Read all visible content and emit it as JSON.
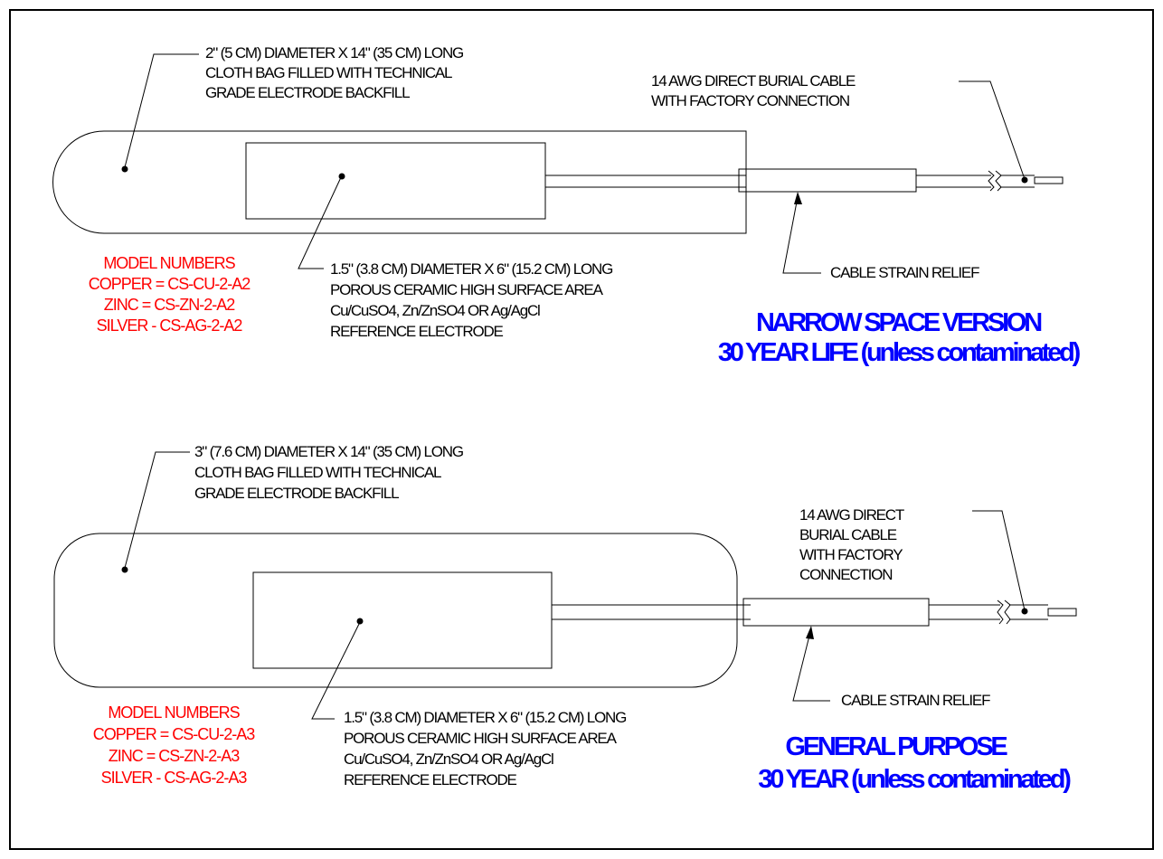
{
  "colors": {
    "line": "#000000",
    "model_text": "#ff0000",
    "version_text": "#0000ff"
  },
  "diagrams": [
    {
      "bag_label": [
        "2\" (5 CM) DIAMETER X 14\" (35 CM) LONG",
        "CLOTH BAG FILLED WITH TECHNICAL",
        "GRADE ELECTRODE BACKFILL"
      ],
      "cable_label": [
        "14 AWG DIRECT BURIAL CABLE",
        "WITH FACTORY CONNECTION"
      ],
      "electrode_label": [
        "1.5\" (3.8 CM) DIAMETER X 6\" (15.2 CM) LONG",
        "POROUS CERAMIC HIGH SURFACE AREA",
        "Cu/CuSO4, Zn/ZnSO4 OR Ag/AgCl",
        "REFERENCE ELECTRODE"
      ],
      "strain_relief_label": "CABLE STRAIN RELIEF",
      "model_numbers": [
        "MODEL NUMBERS",
        "COPPER = CS-CU-2-A2",
        "ZINC = CS-ZN-2-A2",
        "SILVER - CS-AG-2-A2"
      ],
      "version_title": [
        "NARROW SPACE VERSION",
        "30 YEAR LIFE (unless contaminated)"
      ]
    },
    {
      "bag_label": [
        "3\" (7.6 CM) DIAMETER  X 14\" (35 CM) LONG",
        "CLOTH BAG FILLED WITH TECHNICAL",
        "GRADE ELECTRODE BACKFILL"
      ],
      "cable_label": [
        "14 AWG DIRECT",
        "BURIAL CABLE",
        "WITH FACTORY",
        "CONNECTION"
      ],
      "electrode_label": [
        "1.5\" (3.8 CM) DIAMETER X 6\" (15.2 CM) LONG",
        "POROUS CERAMIC HIGH SURFACE AREA",
        "Cu/CuSO4, Zn/ZnSO4 OR Ag/AgCl",
        "REFERENCE ELECTRODE"
      ],
      "strain_relief_label": "CABLE STRAIN RELIEF",
      "model_numbers": [
        "MODEL NUMBERS",
        "COPPER = CS-CU-2-A3",
        "ZINC = CS-ZN-2-A3",
        "SILVER - CS-AG-2-A3"
      ],
      "version_title": [
        "GENERAL PURPOSE",
        "30 YEAR (unless contaminated)"
      ]
    }
  ]
}
